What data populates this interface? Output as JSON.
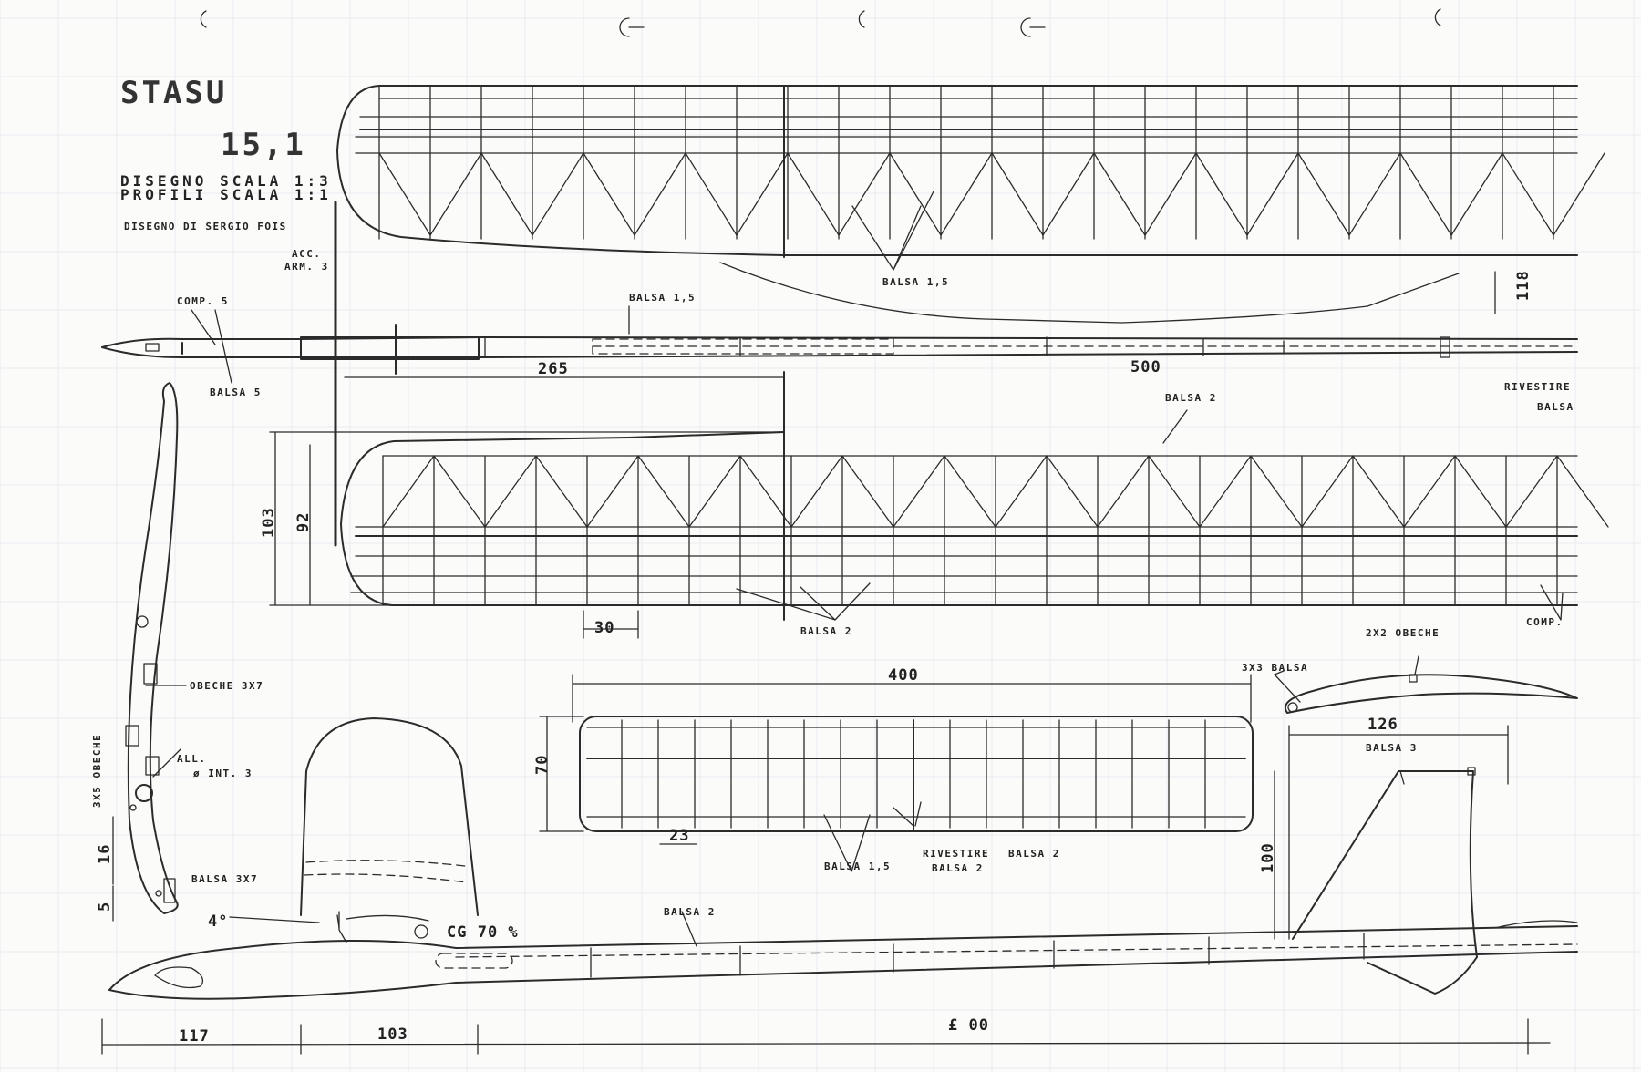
{
  "header": {
    "title": "STASU",
    "model_number": "15,1",
    "scale_drawing": "DISEGNO SCALA 1:3",
    "scale_profiles": "PROFILI SCALA 1:1",
    "author": "DISEGNO DI SERGIO FOIS"
  },
  "labels": {
    "acc_arm_1": "ACC.",
    "acc_arm_2": "ARM. 3",
    "comp5": "COMP. 5",
    "balsa5": "BALSA 5",
    "balsa15_fuse": "BALSA 1,5",
    "balsa15_wing": "BALSA 1,5",
    "balsa2_top": "BALSA 2",
    "rivestire_1": "RIVESTIRE",
    "rivestire_2": "BALSA",
    "balsa2_wing": "BALSA 2",
    "comp_right": "COMP.",
    "obeche2x2": "2X2 OBECHE",
    "balsa3x3": "3X3 BALSA",
    "obeche3x7": "OBECHE 3X7",
    "obeche3x5": "3X5 OBECHE",
    "all_int_1": "ALL.",
    "all_int_2": "ø INT. 3",
    "balsa3x7": "BALSA 3X7",
    "angle": "4°",
    "cg": "CG 70 %",
    "balsa2_fuse": "BALSA 2",
    "balsa15_stab": "BALSA 1,5",
    "rivestire_stab_1": "RIVESTIRE",
    "rivestire_stab_2": "BALSA 2",
    "rivestire_stab_3": "BALSA 2",
    "balsa3_fin": "BALSA 3"
  },
  "dimensions": {
    "d118": "118",
    "d265": "265",
    "d500": "500",
    "d103_wing": "103",
    "d92": "92",
    "d30": "30",
    "d400": "400",
    "d70": "70",
    "d23": "23",
    "d126": "126",
    "d100": "100",
    "d16": "16",
    "d5": "5",
    "d117": "117",
    "d103_fuse": "103",
    "d600": "£ 00"
  }
}
